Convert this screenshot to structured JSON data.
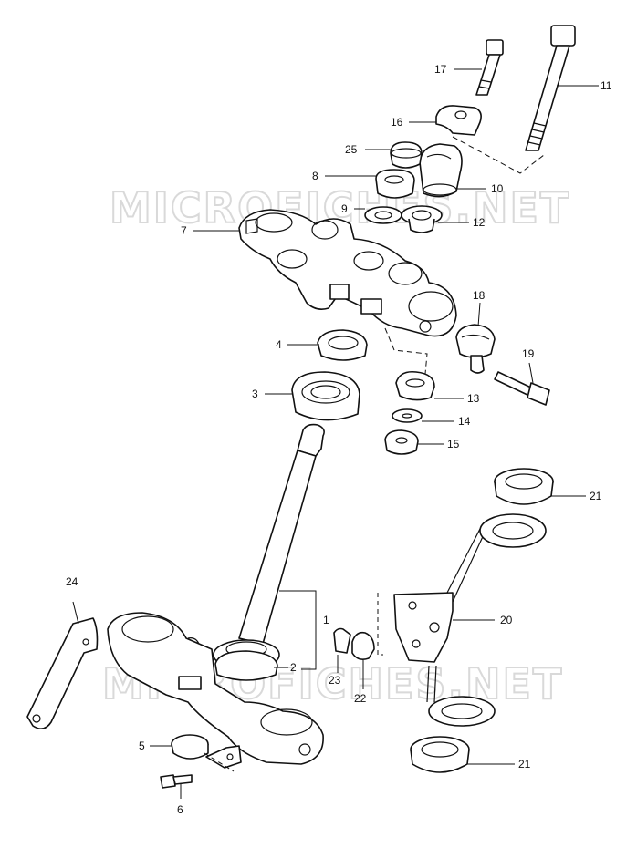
{
  "watermark": {
    "top": "MICROFICHES.NET",
    "bottom": "MICROFICHES.NET"
  },
  "callouts": {
    "c1": "1",
    "c2": "2",
    "c3": "3",
    "c4": "4",
    "c5": "5",
    "c6": "6",
    "c7": "7",
    "c8": "8",
    "c9": "9",
    "c10": "10",
    "c11": "11",
    "c12": "12",
    "c13": "13",
    "c14": "14",
    "c15": "15",
    "c16": "16",
    "c17": "17",
    "c18": "18",
    "c19": "19",
    "c20": "20",
    "c21a": "21",
    "c21b": "21",
    "c22": "22",
    "c23": "23",
    "c24": "24",
    "c25": "25"
  }
}
